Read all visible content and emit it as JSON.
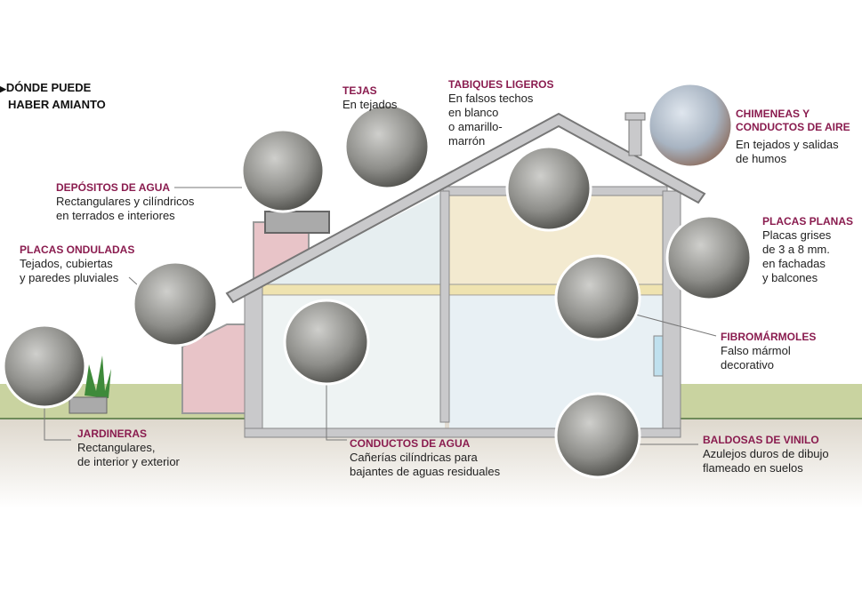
{
  "title": {
    "arrow_icon": "triangle-right-icon",
    "line1": "DÓNDE PUEDE",
    "line2": "HABER AMIANTO"
  },
  "colors": {
    "label": "#8a1c4f",
    "ground_green": "#c9d3a0",
    "ground_earth": "#e2dcd2",
    "wall": "#c9c9cb",
    "pink": "#e8c4c8"
  },
  "labels": [
    {
      "id": "tejas",
      "title": "TEJAS",
      "lines": [
        "En tejados"
      ]
    },
    {
      "id": "tabiques",
      "title": "TABIQUES LIGEROS",
      "lines": [
        "En falsos techos",
        "en blanco",
        "o amarillo-",
        "marrón"
      ]
    },
    {
      "id": "chimeneas",
      "title_lines": [
        "CHIMENEAS Y",
        "CONDUCTOS DE AIRE"
      ],
      "lines": [
        "En tejados y salidas",
        "de humos"
      ]
    },
    {
      "id": "depositos",
      "title": "DEPÓSITOS DE AGUA",
      "lines": [
        "Rectangulares y cilíndricos",
        "en terrados e interiores"
      ]
    },
    {
      "id": "placas-planas",
      "title": "PLACAS PLANAS",
      "lines": [
        "Placas grises",
        "de 3 a 8 mm.",
        "en fachadas",
        "y balcones"
      ]
    },
    {
      "id": "placas-onduladas",
      "title": "PLACAS ONDULADAS",
      "lines": [
        "Tejados, cubiertas",
        "y paredes pluviales"
      ]
    },
    {
      "id": "fibromarmoles",
      "title": "FIBROMÁRMOLES",
      "lines": [
        "Falso mármol",
        "decorativo"
      ]
    },
    {
      "id": "jardineras",
      "title": "JARDINERAS",
      "lines": [
        "Rectangulares,",
        "de interior y exterior"
      ]
    },
    {
      "id": "conductos-agua",
      "title": "CONDUCTOS DE AGUA",
      "lines": [
        "Cañerías cilíndricas para",
        "bajantes de aguas residuales"
      ]
    },
    {
      "id": "baldosas",
      "title": "BALDOSAS DE VINILO",
      "lines": [
        "Azulejos duros de dibujo",
        "flameado en suelos"
      ]
    }
  ]
}
